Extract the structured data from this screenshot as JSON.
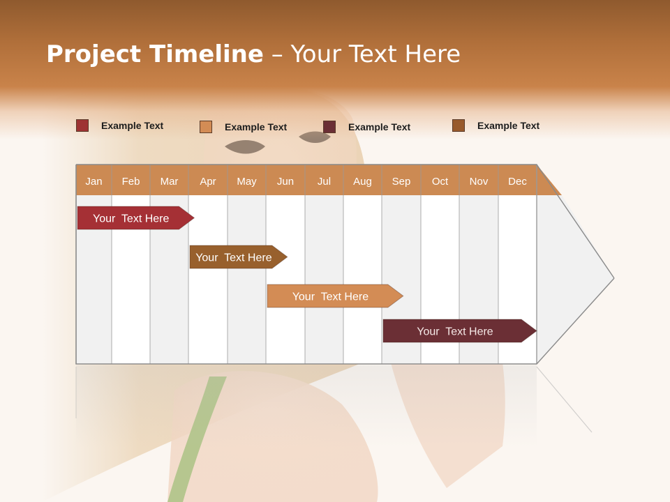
{
  "slide": {
    "title_bold": "Project Timeline",
    "title_rest": " – Your Text Here"
  },
  "legend": [
    {
      "label": "Example Text",
      "color": "#9e3333"
    },
    {
      "label": "Example Text",
      "color": "#d38c55"
    },
    {
      "label": "Example Text",
      "color": "#6b2f35"
    },
    {
      "label": "Example Text",
      "color": "#985a2c"
    }
  ],
  "timeline": {
    "months": [
      "Jan",
      "Feb",
      "Mar",
      "Apr",
      "May",
      "Jun",
      "Jul",
      "Aug",
      "Sep",
      "Oct",
      "Nov",
      "Dec"
    ],
    "header_color": "#cc8a53",
    "tasks": [
      {
        "label": "Your  Text Here",
        "start_month": 1.0,
        "end_month": 4.15,
        "color": "#a53035"
      },
      {
        "label": "Your  Text Here",
        "start_month": 4.0,
        "end_month": 6.55,
        "color": "#98602d"
      },
      {
        "label": "Your  Text Here",
        "start_month": 6.0,
        "end_month": 9.55,
        "color": "#d38c55"
      },
      {
        "label": "Your  Text Here",
        "start_month": 9.0,
        "end_month": 13.0,
        "color": "#6b2f35"
      }
    ]
  }
}
